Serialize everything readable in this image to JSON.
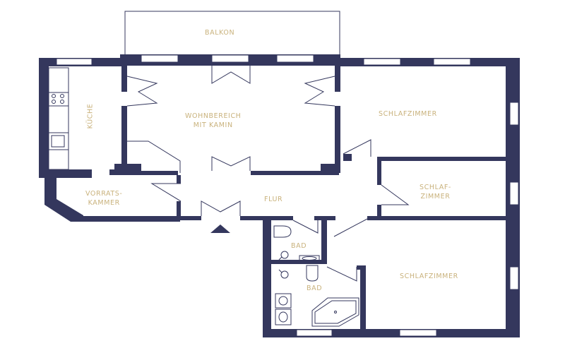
{
  "plan": {
    "wall_color": "#34375d",
    "label_color": "#c9b27c",
    "background": "#ffffff",
    "rooms": [
      {
        "id": "balkon",
        "label": "BALKON"
      },
      {
        "id": "kueche",
        "label": "KÜCHE"
      },
      {
        "id": "wohnbereich",
        "label": "WOHNBEREICH\nMIT KAMIN"
      },
      {
        "id": "schlafzimmer_1",
        "label": "SCHLAFZIMMER"
      },
      {
        "id": "schlafzimmer_2",
        "label": "SCHLAF-\nZIMMER"
      },
      {
        "id": "vorratskammer",
        "label": "VORRATS-\nKAMMER"
      },
      {
        "id": "flur",
        "label": "FLUR"
      },
      {
        "id": "bad_1",
        "label": "BAD"
      },
      {
        "id": "bad_2",
        "label": "BAD"
      },
      {
        "id": "schlafzimmer_3",
        "label": "SCHLAFZIMMER"
      }
    ],
    "entrance_marker": "entrance-arrow"
  }
}
